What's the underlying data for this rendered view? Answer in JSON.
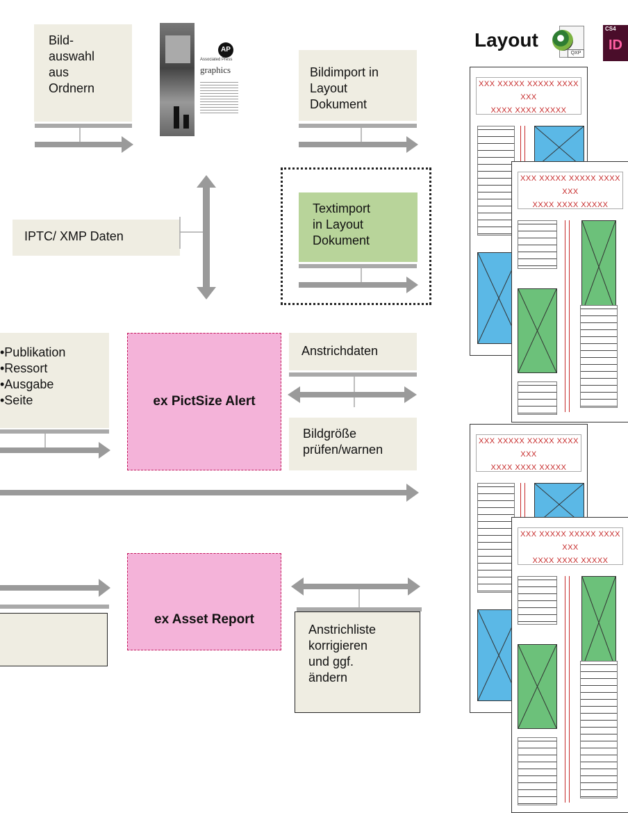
{
  "boxes": {
    "bildauswahl": "Bild-\nauswahl\naus\nOrdnern",
    "bildimport": "Bildimport in\nLayout\nDokument",
    "iptc": "IPTC/ XMP Daten",
    "textimport": "Textimport\nin Layout\nDokument",
    "publikation": "•Publikation\n•Ressort\n•Ausgabe\n•Seite",
    "anstrichdaten": "Anstrichdaten",
    "bildgroesse": "Bildgröße\nprüfen/warnen",
    "anstrichliste": "Anstrichliste\nkorrigieren\nund ggf.\nändern"
  },
  "modules": {
    "pictsize": "ex PictSize Alert",
    "asset_report": "ex Asset Report"
  },
  "layout": {
    "title": "Layout",
    "icons": [
      "quarkxpress-icon",
      "indesign-cs4-icon"
    ],
    "qxp_label": "QXP",
    "id_label": "ID",
    "cs4_label": "CS4",
    "header_line1": "XXX XXXXX XXXXX XXXX  XXX",
    "header_line2": "XXXX XXXX  XXXXX"
  },
  "ap_graphic": {
    "label": "AP",
    "word": "graphics",
    "caption": "Associated Press"
  },
  "colors": {
    "box_fill": "#efede2",
    "text_green": "#b8d49a",
    "pink": "#f4b3d9",
    "pink_border": "#c2185b",
    "arrow": "#9a9a9a",
    "placeholder_blue": "#5bb8e6",
    "placeholder_green": "#6cc17a"
  }
}
